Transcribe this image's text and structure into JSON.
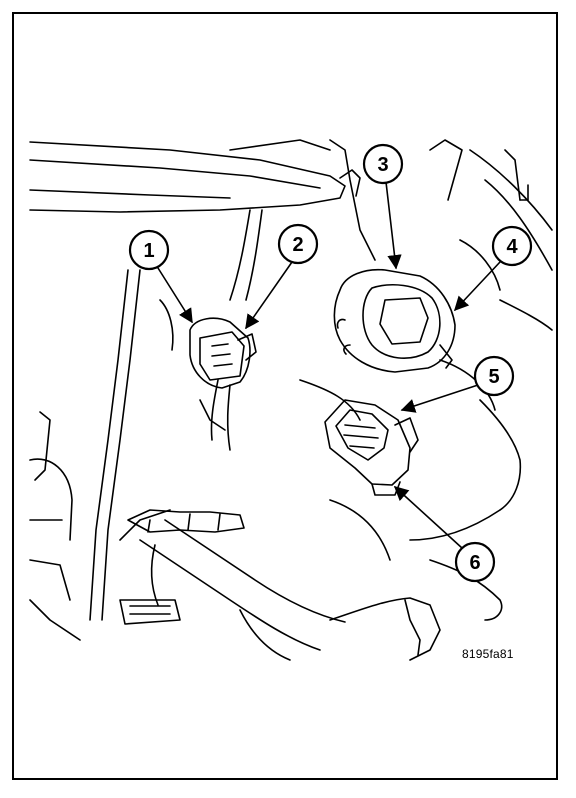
{
  "figure": {
    "code": "8195fa81",
    "ink_color": "#000000",
    "paper_color": "#ffffff"
  },
  "callouts": [
    {
      "label": "1"
    },
    {
      "label": "2"
    },
    {
      "label": "3"
    },
    {
      "label": "4"
    },
    {
      "label": "5"
    },
    {
      "label": "6"
    }
  ]
}
